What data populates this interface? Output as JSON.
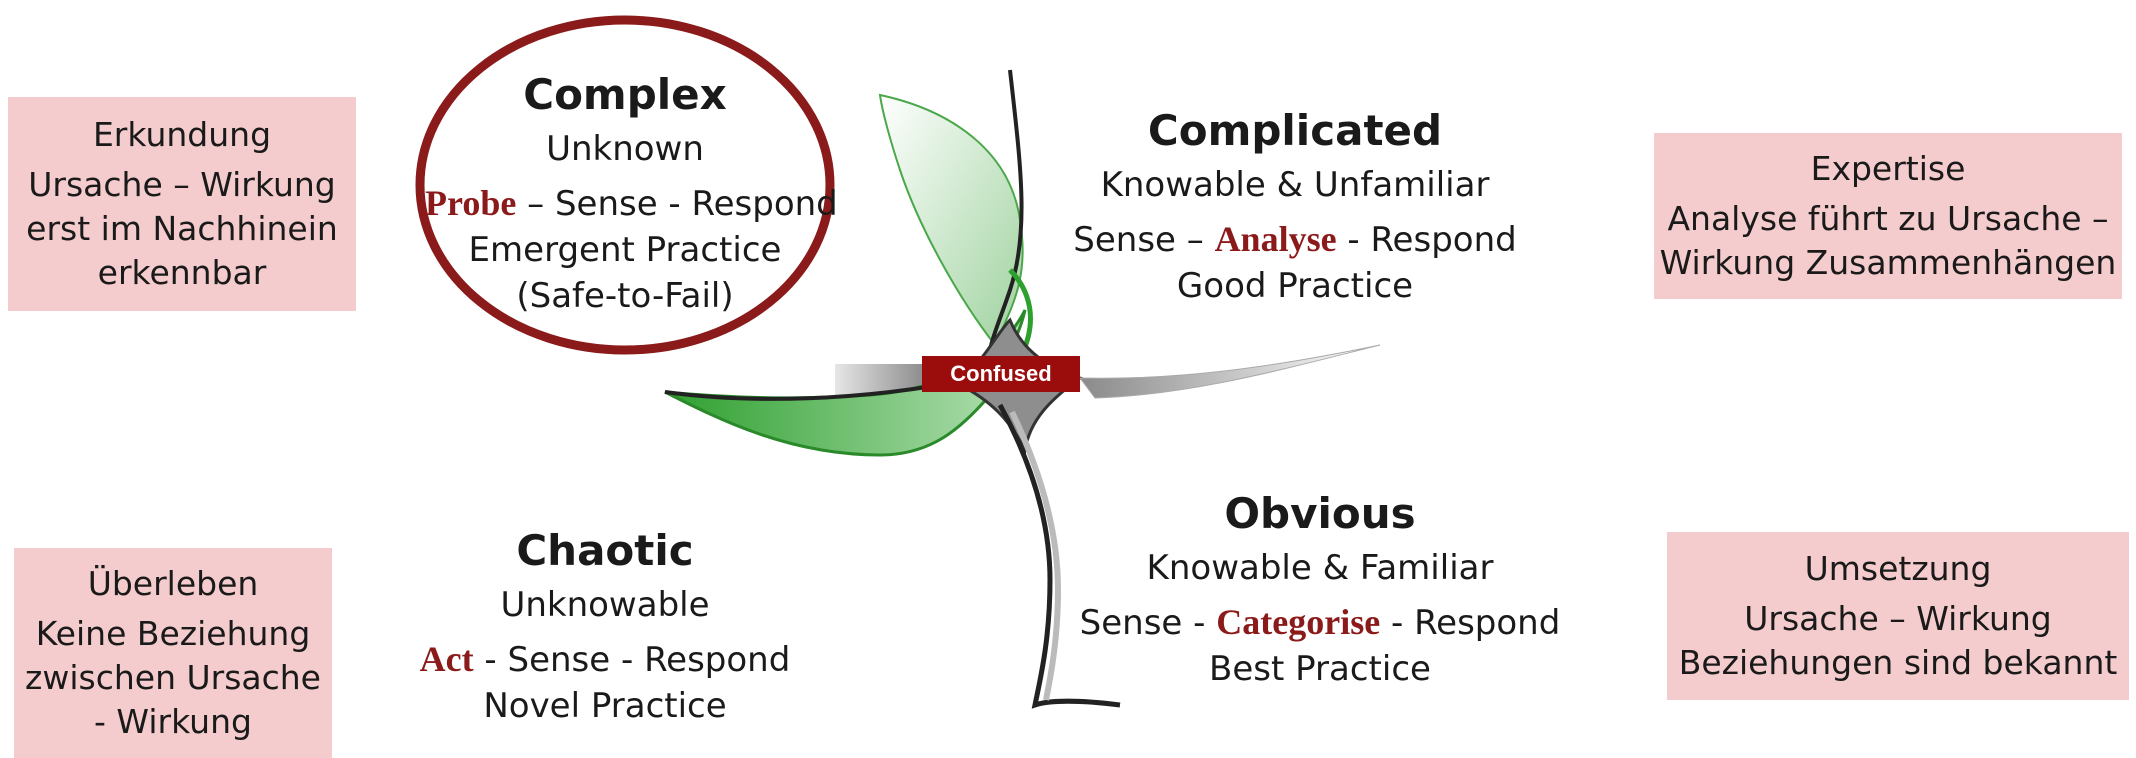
{
  "side_boxes": {
    "erkundung": {
      "title": "Erkundung",
      "lines": [
        "Ursache – Wirkung",
        "erst im Nachhinein",
        "erkennbar"
      ]
    },
    "expertise": {
      "title": "Expertise",
      "lines": [
        "Analyse führt zu Ursache –",
        "Wirkung Zusammenhängen"
      ]
    },
    "ueberleben": {
      "title": "Überleben",
      "lines": [
        "Keine Beziehung",
        "zwischen Ursache",
        "- Wirkung"
      ]
    },
    "umsetzung": {
      "title": "Umsetzung",
      "lines": [
        "Ursache – Wirkung",
        "Beziehungen sind bekannt"
      ]
    }
  },
  "domains": {
    "complex": {
      "name": "Complex",
      "desc": "Unknown",
      "action_hl": "Probe",
      "action_rest": " – Sense - Respond",
      "practice": "Emergent Practice",
      "note": "(Safe-to-Fail)"
    },
    "complicated": {
      "name": "Complicated",
      "desc": "Knowable & Unfamiliar",
      "action_pre": "Sense – ",
      "action_hl": "Analyse",
      "action_rest": " - Respond",
      "practice": "Good Practice"
    },
    "chaotic": {
      "name": "Chaotic",
      "desc": "Unknowable",
      "action_hl": "Act",
      "action_rest": " - Sense - Respond",
      "practice": "Novel Practice"
    },
    "obvious": {
      "name": "Obvious",
      "desc": "Knowable & Familiar",
      "action_pre": "Sense - ",
      "action_hl": "Categorise",
      "action_rest": " - Respond",
      "practice": "Best Practice"
    }
  },
  "center_label": "Confused",
  "colors": {
    "accent": "#8b1a1a",
    "box_bg": "#f5cccd",
    "green": "#2e9e2e",
    "confused_bg": "#9b0d0d"
  }
}
